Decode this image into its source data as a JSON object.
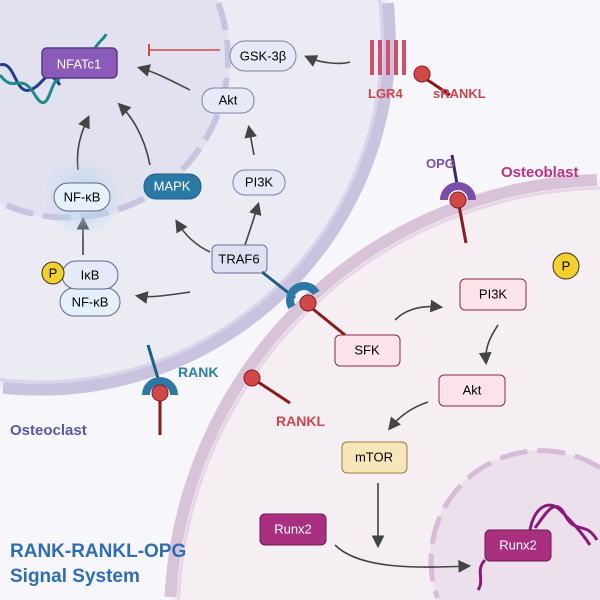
{
  "title": [
    "RANK-RANKL-OPG",
    "Signal System"
  ],
  "cells": {
    "osteoclast": "Osteoclast",
    "osteoblast": "Osteoblast"
  },
  "receptors": {
    "rank": "RANK",
    "rankl": "RANKL",
    "opg": "OPG",
    "lgr4": "LGR4",
    "srankl": "sRANKL"
  },
  "osteoclast_nodes": {
    "nfatc1": "NFATc1",
    "gsk3b": "GSK-3β",
    "akt": "Akt",
    "pi3k": "PI3K",
    "mapk": "MAPK",
    "nfkb": "NF-κB",
    "ikb": "IκB",
    "nfkb2": "NF-κB",
    "traf6": "TRAF6",
    "p": "P"
  },
  "osteoblast_nodes": {
    "sfk": "SFK",
    "pi3k": "PI3K",
    "akt": "Akt",
    "mtor": "mTOR",
    "runx2": "Runx2",
    "runx2_nuc": "Runx2",
    "p": "P"
  },
  "colors": {
    "title": "#2f6db5",
    "osteoclast": "#5a58a8",
    "osteoblast": "#c2307f",
    "rankl": "#c8474f",
    "rank": "#2a7fa8",
    "opg": "#7a4ea8"
  }
}
